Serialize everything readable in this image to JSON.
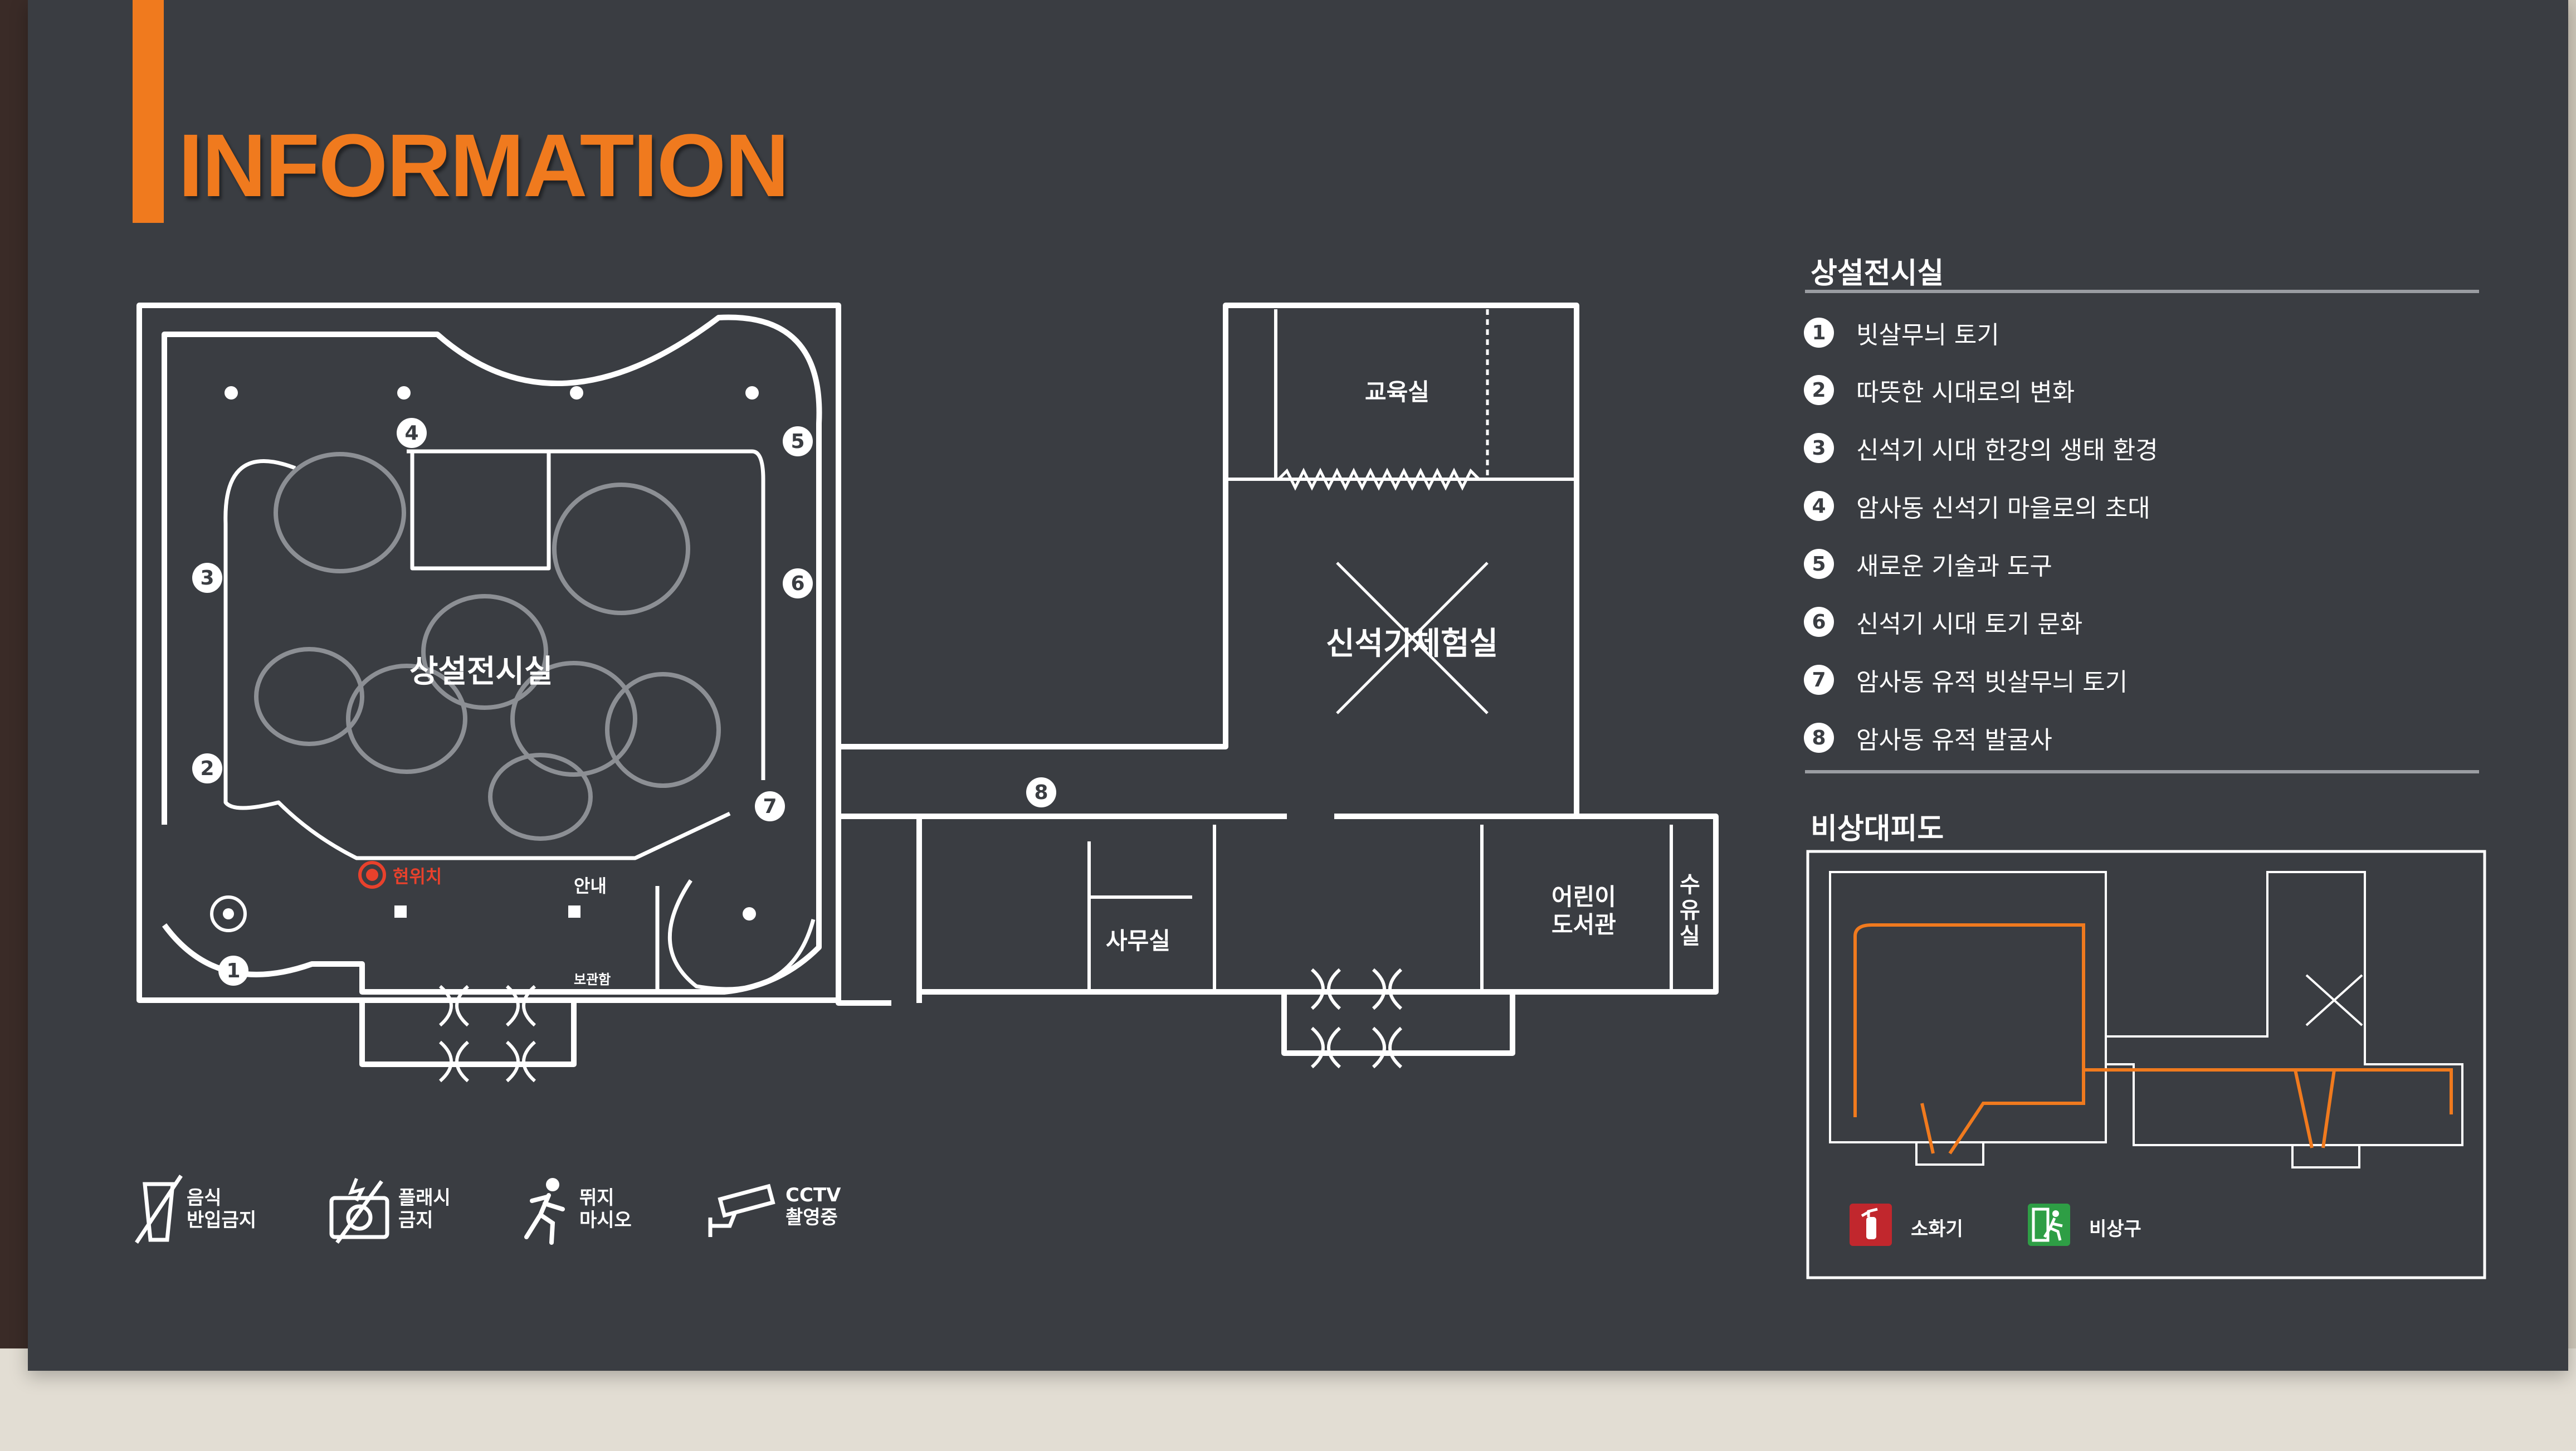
{
  "sign": {
    "title": "INFORMATION",
    "colors": {
      "board": "#3a3d42",
      "accent": "#f07a1e",
      "line": "#ffffff",
      "evac_red": "#c1272d",
      "evac_green": "#2e9e45"
    }
  },
  "map": {
    "rooms": {
      "permanent": "상설전시실",
      "education": "교육실",
      "experience": "신석기체험실",
      "office": "사무실",
      "kids_library": "어린이\n도서관",
      "nursing": "수\n유\n실",
      "guide": "안내",
      "storage": "보관함",
      "current_location": "현위치"
    },
    "markers": [
      "1",
      "2",
      "3",
      "4",
      "5",
      "6",
      "7",
      "8"
    ]
  },
  "legend": {
    "heading": "상설전시실",
    "items": [
      {
        "num": "1",
        "label": "빗살무늬 토기"
      },
      {
        "num": "2",
        "label": "따뜻한 시대로의 변화"
      },
      {
        "num": "3",
        "label": "신석기 시대 한강의 생태 환경"
      },
      {
        "num": "4",
        "label": "암사동 신석기 마을로의 초대"
      },
      {
        "num": "5",
        "label": "새로운 기술과 도구"
      },
      {
        "num": "6",
        "label": "신석기 시대 토기 문화"
      },
      {
        "num": "7",
        "label": "암사동 유적 빗살무늬 토기"
      },
      {
        "num": "8",
        "label": "암사동 유적 발굴사"
      }
    ]
  },
  "evacuation": {
    "heading": "비상대피도",
    "extinguisher": "소화기",
    "exit": "비상구"
  },
  "rules": [
    {
      "icon": "no-food-icon",
      "label": "음식\n반입금지"
    },
    {
      "icon": "no-flash-icon",
      "label": "플래시\n금지"
    },
    {
      "icon": "no-running-icon",
      "label": "뛰지\n마시오"
    },
    {
      "icon": "cctv-icon",
      "label": "CCTV\n촬영중"
    }
  ]
}
